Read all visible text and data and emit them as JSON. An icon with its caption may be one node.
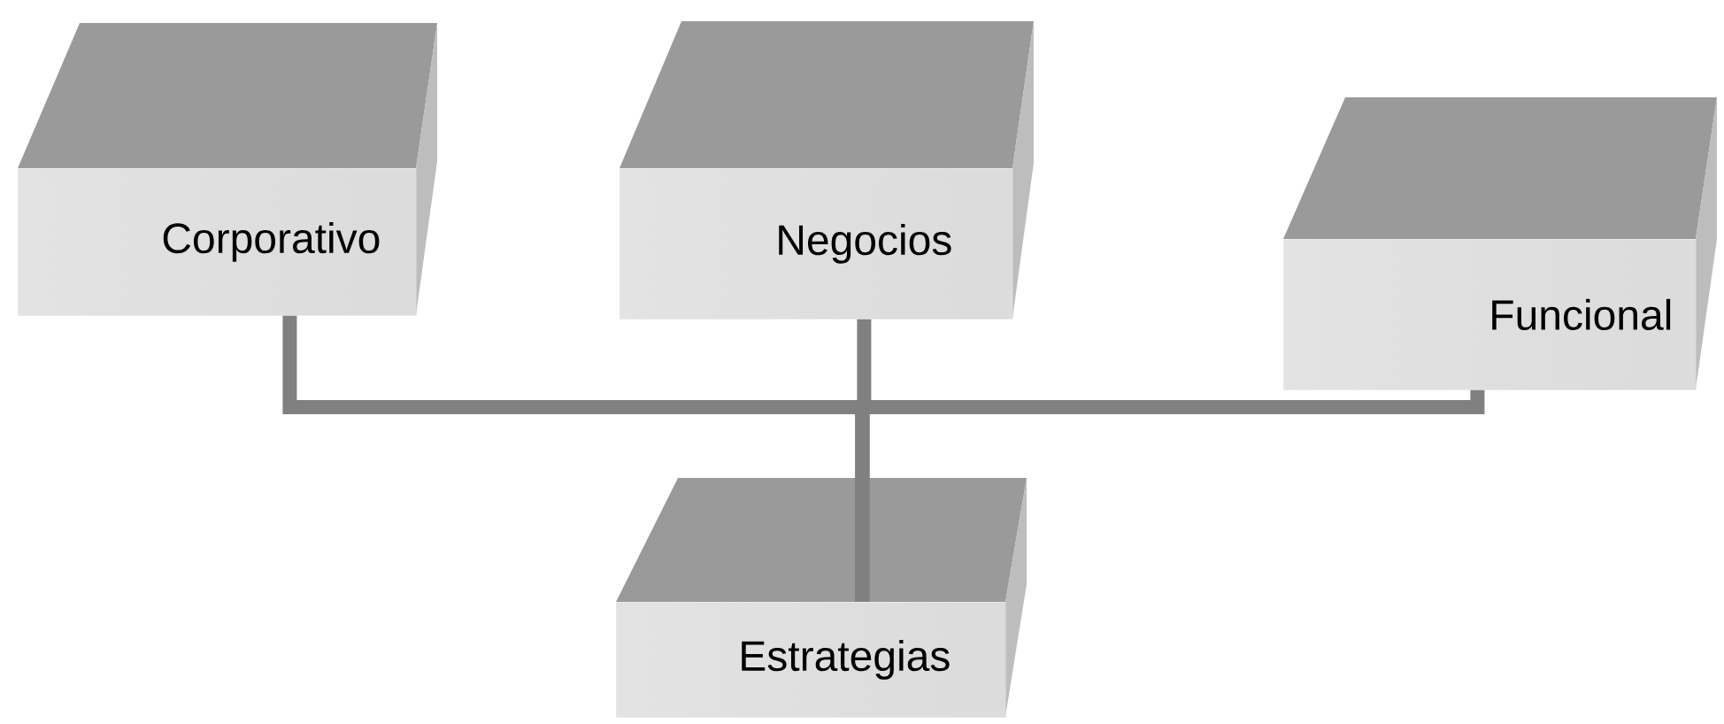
{
  "diagram": {
    "nodes": [
      {
        "text": [
          "Corporativo"
        ]
      },
      {
        "text": [
          "Negocios"
        ]
      },
      {
        "text": [
          "Funcional"
        ]
      },
      {
        "text": [
          "Estrategias"
        ]
      }
    ],
    "edges": [
      {
        "from": 0,
        "to": 3,
        "arrow": "none"
      },
      {
        "from": 1,
        "to": 3,
        "arrow": "none"
      },
      {
        "from": 2,
        "to": 3,
        "arrow": "none"
      }
    ]
  }
}
